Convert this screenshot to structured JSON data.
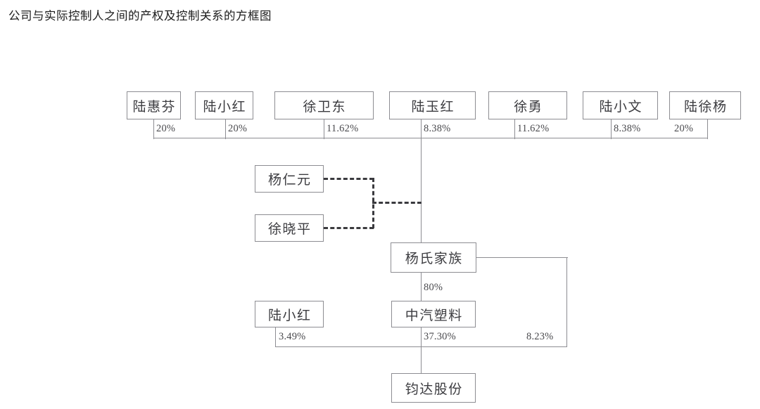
{
  "title": "公司与实际控制人之间的产权及控制关系的方框图",
  "theme": {
    "background": "#ffffff",
    "box_border": "#8d8d92",
    "box_fill": "#ffffff",
    "text": "#3c3c40",
    "line": "#8d8d92",
    "dashed_line": "#3a3a3e",
    "title_text": "#1b1b1b"
  },
  "diagram": {
    "type": "ownership-structure",
    "shareholders_top": [
      {
        "name": "陆惠芬",
        "percent": "20%"
      },
      {
        "name": "陆小红",
        "percent": "20%"
      },
      {
        "name": "徐卫东",
        "percent": "11.62%"
      },
      {
        "name": "陆玉红",
        "percent": "8.38%"
      },
      {
        "name": "徐勇",
        "percent": "11.62%"
      },
      {
        "name": "陆小文",
        "percent": "8.38%"
      },
      {
        "name": "陆徐杨",
        "percent": "20%"
      }
    ],
    "dashed_members": [
      {
        "name": "杨仁元"
      },
      {
        "name": "徐晓平"
      }
    ],
    "family_entity": {
      "name": "杨氏家族"
    },
    "intermediate_entity": {
      "name": "中汽塑料",
      "percent_from_family": "80%"
    },
    "side_shareholder": {
      "name": "陆小红",
      "percent": "3.49%"
    },
    "listed_company": {
      "name": "钧达股份"
    },
    "into_listed_company": [
      {
        "source": "陆小红",
        "percent": "3.49%"
      },
      {
        "source": "中汽塑料",
        "percent": "37.30%"
      },
      {
        "source": "杨氏家族",
        "percent": "8.23%"
      }
    ]
  }
}
